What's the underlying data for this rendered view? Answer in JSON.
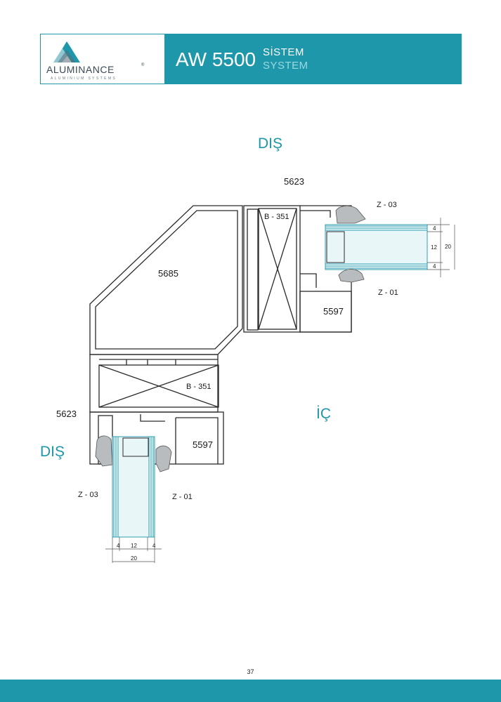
{
  "header": {
    "brand": "ALUMINANCE",
    "brand_mark": "®",
    "brand_sub": "ALUMINIUM SYSTEMS",
    "product": "AW 5500",
    "system_tr": "SİSTEM",
    "system_en": "SYSTEM"
  },
  "labels": {
    "outside_top": "DIŞ",
    "outside_left": "DIŞ",
    "inside": "İÇ",
    "profile_5623_top": "5623",
    "profile_5623_left": "5623",
    "profile_5685": "5685",
    "profile_5597_top": "5597",
    "profile_5597_bottom": "5597",
    "insulation_top": "B - 351",
    "insulation_bottom": "B - 351",
    "gasket_z03_top": "Z - 03",
    "gasket_z01_top": "Z - 01",
    "gasket_z03_bottom": "Z - 03",
    "gasket_z01_bottom": "Z - 01"
  },
  "dimensions": {
    "right_4a": "4",
    "right_12": "12",
    "right_4b": "4",
    "right_20": "20",
    "bottom_4a": "4",
    "bottom_12": "12",
    "bottom_4b": "4",
    "bottom_20": "20"
  },
  "colors": {
    "accent": "#1f97aa",
    "glass": "#7cc7d3",
    "gasket": "#b8bcbf",
    "line": "#2a2a2a"
  },
  "footer": {
    "page_number": "37"
  }
}
